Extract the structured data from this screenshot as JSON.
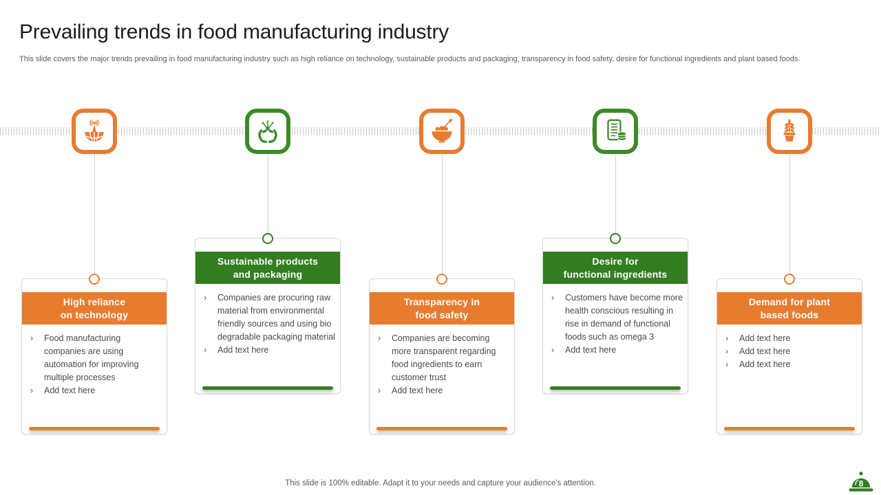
{
  "slide": {
    "title": "Prevailing trends in food manufacturing industry",
    "subtitle": "This slide covers the major trends prevailing in food manufacturing industry such as high reliance on technology, sustainable products and packaging, transparency in food safety, desire for functional ingredients and plant based foods.",
    "footer": "This slide is 100% editable. Adapt it to your needs and capture your audience's attention.",
    "page_number": "8"
  },
  "colors": {
    "orange": "#E87C2E",
    "green": "#337D21",
    "icon_green": "#3C8A28",
    "text_dark": "#1C1C1C",
    "text_gray": "#595959",
    "body_text": "#4A4A4A",
    "line_gray": "#CFCFCF",
    "card_border": "#D9D9D9"
  },
  "icons": [
    "broadcast-globe-icon",
    "hands-sprout-icon",
    "food-bowl-icon",
    "ingredients-document-icon",
    "potted-plant-icon",
    "cloche-icon"
  ],
  "bullet_marker": "›",
  "cards": [
    {
      "color": "orange",
      "title_lines": [
        "High reliance",
        "on technology"
      ],
      "bullets": [
        "Food manufacturing companies are using automation for improving multiple processes",
        "Add text here"
      ]
    },
    {
      "color": "green",
      "title_lines": [
        "Sustainable products",
        "and packaging"
      ],
      "bullets": [
        "Companies are procuring raw material from environmental friendly sources and using bio degradable packaging material",
        "Add text here"
      ]
    },
    {
      "color": "orange",
      "title_lines": [
        "Transparency in",
        "food safety"
      ],
      "bullets": [
        "Companies are becoming more transparent regarding food ingredients to earn customer trust",
        "Add text here"
      ]
    },
    {
      "color": "green",
      "title_lines": [
        "Desire for",
        "functional ingredients"
      ],
      "bullets": [
        "Customers have become more health conscious resulting in rise in demand of functional foods such as omega 3",
        "Add text here"
      ]
    },
    {
      "color": "orange",
      "title_lines": [
        "Demand for plant",
        "based foods"
      ],
      "bullets": [
        "Add text here",
        "Add text here",
        "Add text here"
      ]
    }
  ]
}
